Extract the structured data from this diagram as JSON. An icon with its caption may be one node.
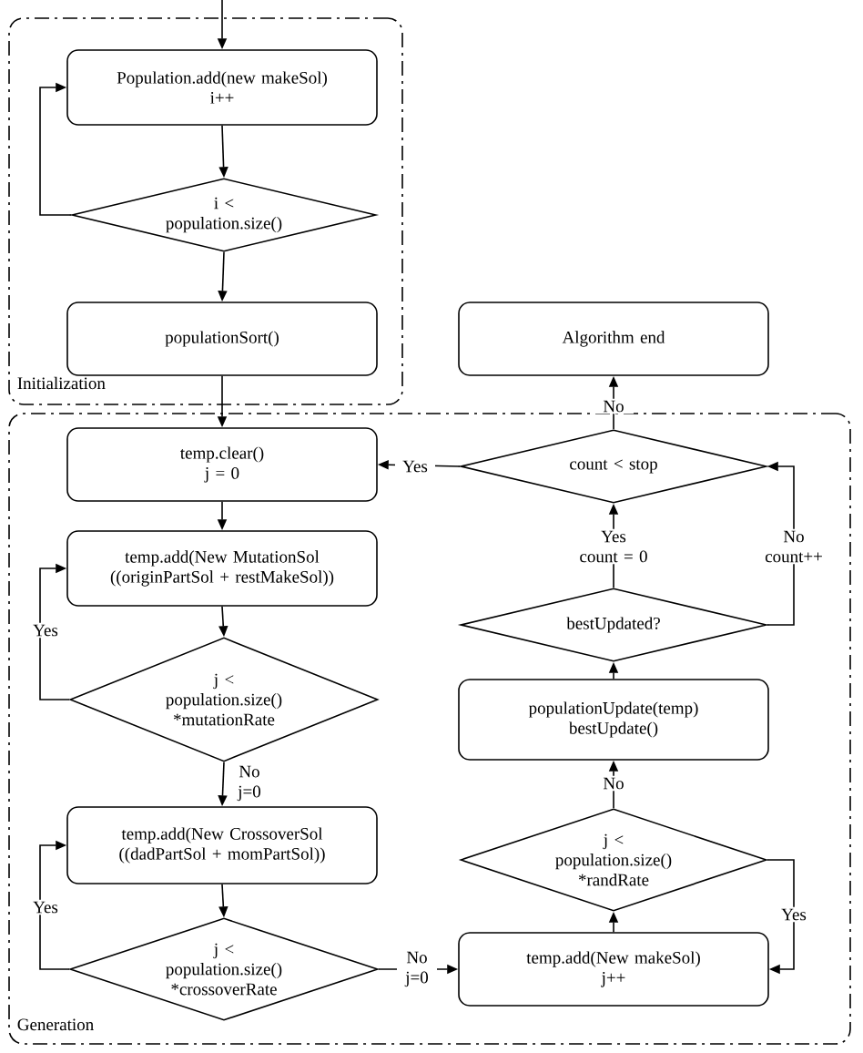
{
  "diagram": {
    "nodes": [
      {
        "text": [
          "Initialization"
        ]
      },
      {
        "text": [
          "Population.add(new makeSol)",
          "i++"
        ],
        "in": 0
      },
      {
        "text": [
          "i < population.size()"
        ],
        "in": 0
      },
      {
        "text": [
          "populationSort()"
        ],
        "in": 0
      },
      {
        "text": [
          "Algorithm end"
        ]
      },
      {
        "text": [
          "Generation"
        ]
      },
      {
        "text": [
          "temp.clear()",
          "j = 0"
        ],
        "in": 5
      },
      {
        "text": [
          "temp.add(New MutationSol ((originPartSol + restMakeSol))"
        ],
        "in": 5
      },
      {
        "text": [
          "j < population.size() *mutationRate"
        ],
        "in": 5
      },
      {
        "text": [
          "temp.add(New CrossoverSol ((dadPartSol + momPartSol))"
        ],
        "in": 5
      },
      {
        "text": [
          "j < population.size() *crossoverRate"
        ],
        "in": 5
      },
      {
        "text": [
          "count < stop"
        ],
        "in": 5
      },
      {
        "text": [
          "bestUpdated?"
        ],
        "in": 5
      },
      {
        "text": [
          "populationUpdate(temp)",
          "bestUpdate()"
        ],
        "in": 5
      },
      {
        "text": [
          "j < population.size() *randRate"
        ],
        "in": 5
      },
      {
        "text": [
          "temp.add(New makeSol)",
          "j++"
        ],
        "in": 5
      }
    ],
    "edges": [
      {
        "from": null,
        "to": 1,
        "arrow": "to"
      },
      {
        "from": 1,
        "to": 2,
        "arrow": "to"
      },
      {
        "from": 2,
        "to": 1,
        "arrow": "to"
      },
      {
        "from": 2,
        "to": 3,
        "arrow": "to"
      },
      {
        "from": 3,
        "to": 6,
        "arrow": "to"
      },
      {
        "from": 6,
        "to": 7,
        "arrow": "to"
      },
      {
        "from": 7,
        "to": 8,
        "arrow": "to"
      },
      {
        "from": 8,
        "to": 7,
        "arrow": "to",
        "label": "Yes"
      },
      {
        "from": 8,
        "to": 9,
        "arrow": "to",
        "label": "No j=0"
      },
      {
        "from": 9,
        "to": 10,
        "arrow": "to"
      },
      {
        "from": 10,
        "to": 9,
        "arrow": "to",
        "label": "Yes"
      },
      {
        "from": 10,
        "to": 15,
        "arrow": "to",
        "label": "No j=0"
      },
      {
        "from": 15,
        "to": 14,
        "arrow": "to"
      },
      {
        "from": 14,
        "to": 13,
        "arrow": "to",
        "label": "No"
      },
      {
        "from": 14,
        "to": 15,
        "arrow": "to",
        "label": "Yes"
      },
      {
        "from": 13,
        "to": 12,
        "arrow": "to"
      },
      {
        "from": 12,
        "to": 11,
        "arrow": "to",
        "label": "Yes count = 0"
      },
      {
        "from": 12,
        "to": 11,
        "arrow": "to",
        "label": "No count++"
      },
      {
        "from": 11,
        "to": 4,
        "arrow": "to",
        "label": "No"
      },
      {
        "from": 11,
        "to": 6,
        "arrow": "to",
        "label": "Yes"
      }
    ]
  }
}
